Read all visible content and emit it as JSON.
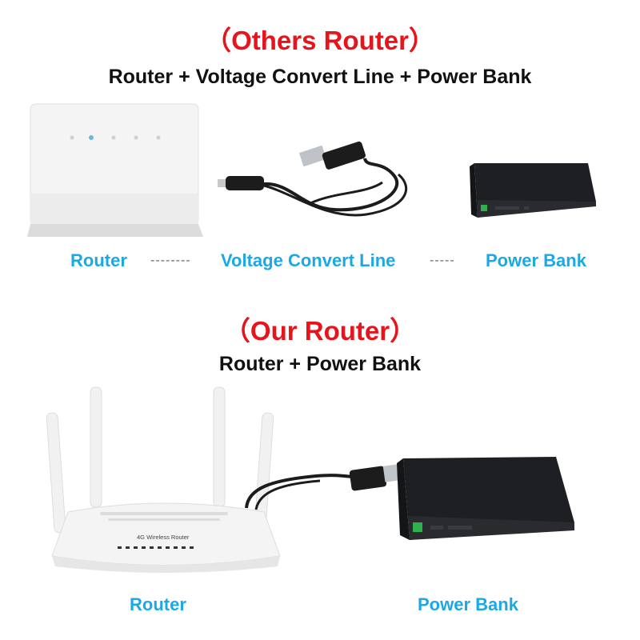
{
  "top": {
    "title": "（Others Router）",
    "subtitle": "Router + Voltage Convert Line + Power Bank",
    "labels": {
      "router": "Router",
      "line": "Voltage Convert Line",
      "power_bank": "Power Bank",
      "dashes_1": "--------",
      "dashes_2": "-----"
    }
  },
  "bottom": {
    "title": "（Our Router）",
    "subtitle": "Router + Power Bank",
    "router_brand": "4G Wireless Router",
    "labels": {
      "router": "Router",
      "power_bank": "Power Bank"
    }
  },
  "colors": {
    "title_red": "#e8141b",
    "label_blue": "#1aa9e6",
    "text_dark": "#111111",
    "device_black": "#1e1f22",
    "router_white": "#f3f3f3"
  }
}
